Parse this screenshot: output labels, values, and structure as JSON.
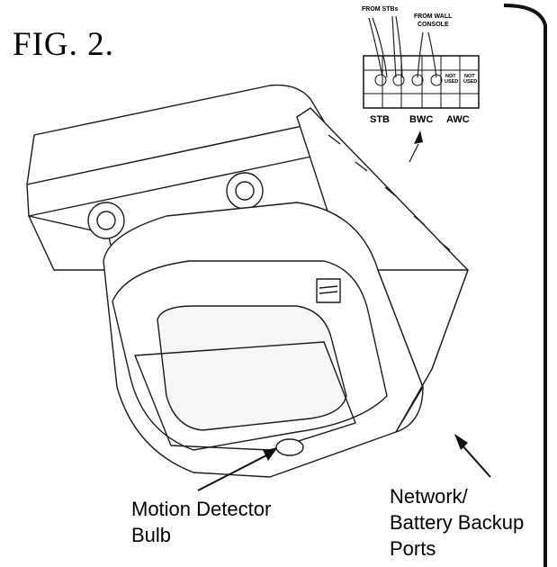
{
  "figure": {
    "title": "FIG. 2."
  },
  "terminal_block": {
    "wire_label_left": "FROM STBs",
    "wire_label_right_line1": "FROM WALL",
    "wire_label_right_line2": "CONSOLE",
    "not_used_1_line1": "NOT",
    "not_used_1_line2": "USED",
    "not_used_2_line1": "NOT",
    "not_used_2_line2": "USED",
    "terminal_labels": [
      "STB",
      "BWC",
      "AWC"
    ]
  },
  "callouts": {
    "motion_detector": {
      "line1": "Motion Detector",
      "line2": "Bulb"
    },
    "ports": {
      "line1": "Network/",
      "line2": "Battery Backup",
      "line3": "Ports"
    }
  },
  "colors": {
    "stroke": "#1a1a1a",
    "background": "#ffffff",
    "light_fill": "#f6f6f6"
  }
}
